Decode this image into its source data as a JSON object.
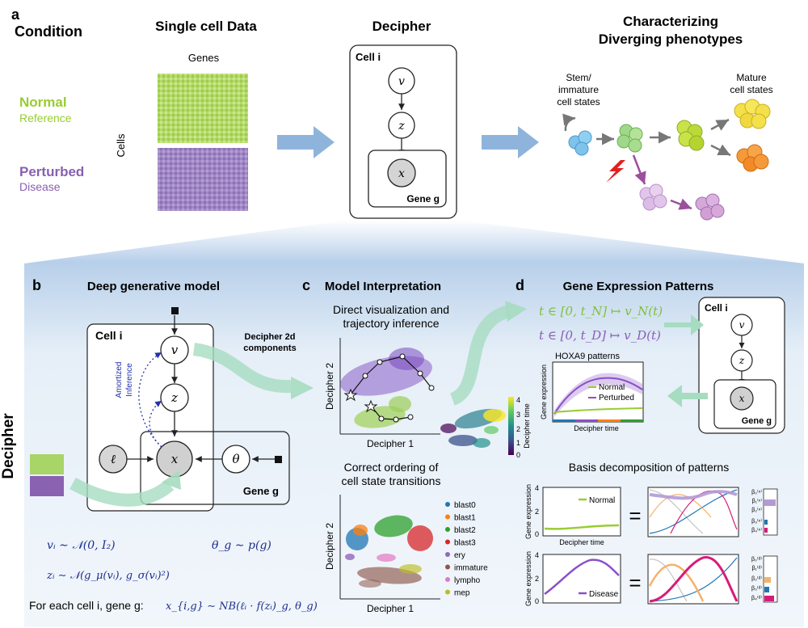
{
  "top": {
    "panel_letter": "a",
    "condition_title": "Condition",
    "normal_label": "Normal",
    "reference_label": "Reference",
    "perturbed_label": "Perturbed",
    "disease_label": "Disease",
    "single_cell_title": "Single cell Data",
    "genes_label": "Genes",
    "cells_label": "Cells",
    "decipher_title": "Decipher",
    "cell_i": "Cell i",
    "node_v": "v",
    "node_z": "z",
    "node_x": "x",
    "gene_g": "Gene g",
    "char_title_1": "Characterizing",
    "char_title_2": "Diverging phenotypes",
    "stem_1": "Stem/",
    "stem_2": "immature",
    "stem_3": "cell states",
    "mature_1": "Mature",
    "mature_2": "cell states",
    "colors": {
      "normal": "#99cc33",
      "perturbed": "#8860b0",
      "arrow": "#8fb4dc"
    }
  },
  "side_label": "Decipher",
  "panel_b": {
    "letter": "b",
    "title": "Deep generative model",
    "cell_i": "Cell i",
    "amortized_1": "Amortized",
    "amortized_2": "Inference",
    "gene_g": "Gene g",
    "node_l": "ℓ",
    "node_theta": "θ",
    "eq1": "vᵢ ∼ 𝒩(0, I₂)",
    "eq2": "θ_g ∼ p(g)",
    "eq3": "zᵢ ∼ 𝒩(g_μ(vᵢ), g_σ(vᵢ)²)",
    "eq4_prefix": "For each cell i, gene g:",
    "eq4_formula": "x_{i,g} ∼ NB(ℓᵢ · f(zᵢ)_g, θ_g)",
    "decipher2d_1": "Decipher 2d",
    "decipher2d_2": "components"
  },
  "panel_c": {
    "letter": "c",
    "title": "Model Interpretation",
    "sub1_1": "Direct visualization and",
    "sub1_2": "trajectory inference",
    "axis_y": "Decipher 2",
    "axis_x": "Decipher 1",
    "colorbar_label": "Decipher time",
    "colorbar_ticks": [
      "4",
      "3",
      "2",
      "1",
      "0"
    ],
    "sub2_1": "Correct ordering of",
    "sub2_2": "cell state transitions",
    "legend": [
      {
        "label": "blast0",
        "color": "#1f77b4"
      },
      {
        "label": "blast1",
        "color": "#ff7f0e"
      },
      {
        "label": "blast2",
        "color": "#2ca02c"
      },
      {
        "label": "blast3",
        "color": "#d62728"
      },
      {
        "label": "ery",
        "color": "#9467bd"
      },
      {
        "label": "immature",
        "color": "#8c564b"
      },
      {
        "label": "lympho",
        "color": "#e377c2"
      },
      {
        "label": "mep",
        "color": "#bcbd22"
      }
    ]
  },
  "panel_d": {
    "letter": "d",
    "title": "Gene Expression Patterns",
    "eq_normal": "t ∈ [0, t_N] ↦ v_N(t)",
    "eq_disease": "t ∈ [0, t_D] ↦ v_D(t)",
    "hoxa9_title": "HOXA9 patterns",
    "legend_normal": "Normal",
    "legend_perturbed": "Perturbed",
    "ylabel": "Gene expression",
    "xlabel": "Decipher time",
    "cell_i": "Cell i",
    "gene_g": "Gene g",
    "basis_title": "Basis decomposition of patterns",
    "normal_badge": "Normal",
    "disease_badge": "Disease",
    "y_ticks_top": [
      "4",
      "2",
      "0"
    ],
    "y_ticks_bottom": [
      "4",
      "2",
      "0"
    ],
    "equals": "=",
    "beta_normal": [
      "β₀⁽ⁿ⁾",
      "β₁⁽ⁿ⁾",
      "β₂⁽ⁿ⁾",
      "β₃⁽ⁿ⁾",
      "β₄⁽ⁿ⁾"
    ],
    "beta_disease": [
      "β₀⁽ᵈ⁾",
      "β₁⁽ᵈ⁾",
      "β₂⁽ᵈ⁾",
      "β₃⁽ᵈ⁾",
      "β₄⁽ᵈ⁾"
    ]
  }
}
